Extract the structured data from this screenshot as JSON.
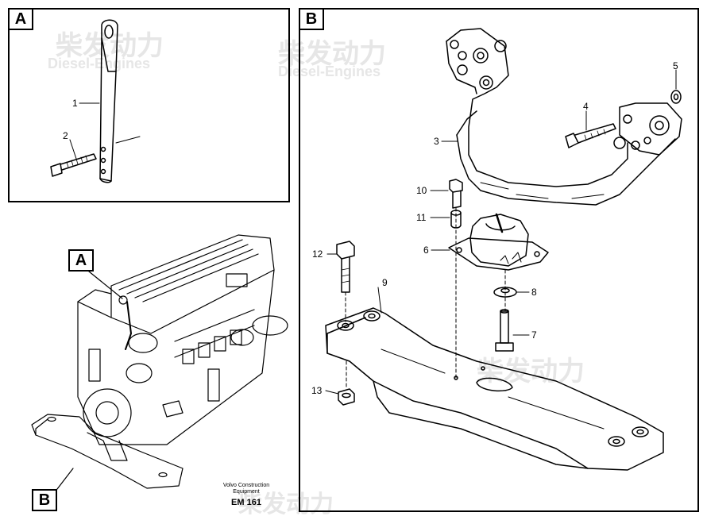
{
  "panels": {
    "a": {
      "tag": "A"
    },
    "b": {
      "tag": "B"
    }
  },
  "overview": {
    "tag_a": "A",
    "tag_b": "B"
  },
  "callouts": {
    "c1": "1",
    "c2": "2",
    "c3": "3",
    "c4": "4",
    "c5": "5",
    "c6": "6",
    "c7": "7",
    "c8": "8",
    "c9": "9",
    "c10": "10",
    "c11": "11",
    "c12": "12",
    "c13": "13"
  },
  "footer": {
    "line1": "Volvo Construction",
    "line2": "Equipment",
    "code": "EM 161"
  },
  "watermark": {
    "brand": "柴发动力",
    "sub": "Diesel-Engines"
  }
}
